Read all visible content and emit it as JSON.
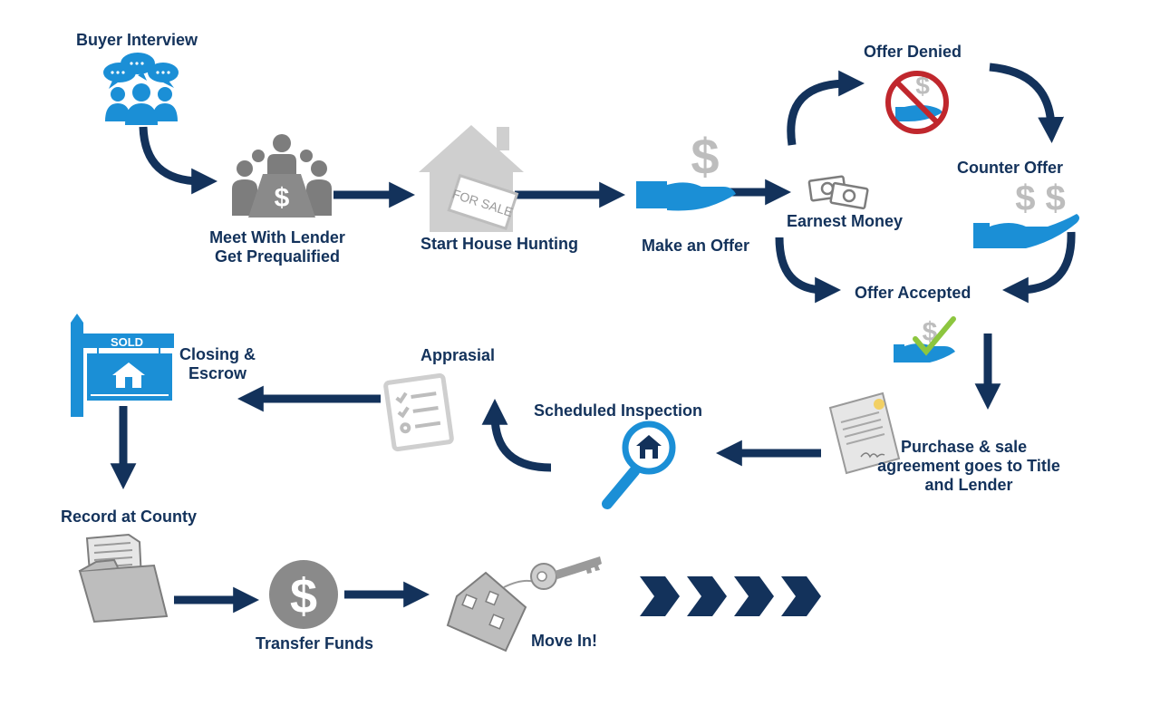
{
  "colors": {
    "navy": "#13325b",
    "blue": "#1b8fd6",
    "gray": "#8a8a8a",
    "light_gray": "#cfcfcf",
    "red": "#c0272d",
    "green": "#8dc63f"
  },
  "steps": {
    "buyer_interview": "Buyer Interview",
    "meet_lender_1": "Meet With Lender",
    "meet_lender_2": "Get Prequalified",
    "house_hunting": "Start House Hunting",
    "make_offer": "Make an Offer",
    "offer_denied": "Offer Denied",
    "counter_offer": "Counter Offer",
    "earnest_money": "Earnest Money",
    "offer_accepted": "Offer Accepted",
    "purchase_1": "Purchase & sale",
    "purchase_2": "agreement goes to Title",
    "purchase_3": "and Lender",
    "scheduled_inspection": "Scheduled Inspection",
    "appraisal": "Apprasial",
    "closing_1": "Closing &",
    "closing_2": "Escrow",
    "record_county": "Record at County",
    "transfer_funds": "Transfer Funds",
    "move_in": "Move In!"
  },
  "signs": {
    "for_sale": "FOR SALE",
    "sold": "SOLD",
    "dollar": "$",
    "double_dollar": "$ $"
  },
  "icons": [
    "people-chat-icon",
    "meeting-table-icon",
    "house-for-sale-icon",
    "hand-dollar-icon",
    "banknotes-icon",
    "no-money-icon",
    "hand-double-dollar-icon",
    "hand-dollar-check-icon",
    "contract-document-icon",
    "magnifier-house-icon",
    "checklist-icon",
    "sold-sign-icon",
    "file-folder-icon",
    "dollar-coin-icon",
    "house-key-icon",
    "chevrons-icon"
  ]
}
